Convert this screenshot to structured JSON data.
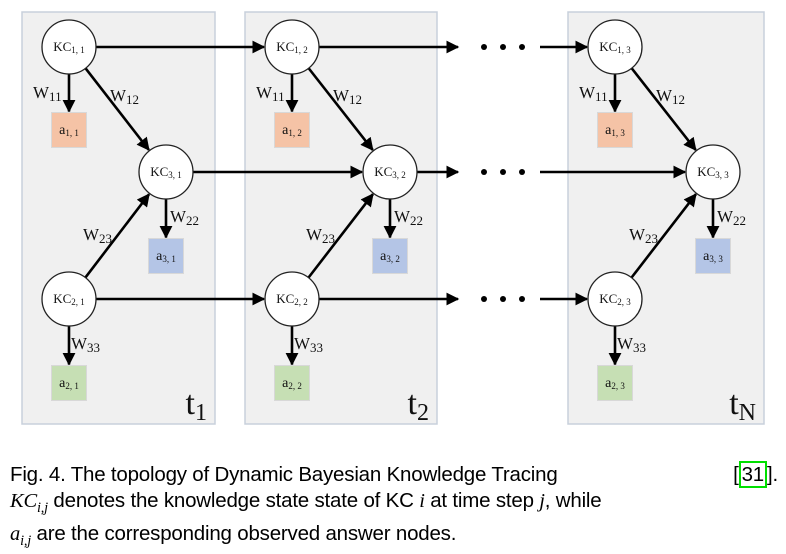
{
  "figure": {
    "time_slices": [
      {
        "label": "t",
        "sub": "1",
        "col": 1
      },
      {
        "label": "t",
        "sub": "2",
        "col": 2
      },
      {
        "label": "t",
        "sub": "N",
        "col": 3
      }
    ],
    "kc_nodes": [
      {
        "id": "kc-1-1",
        "text": "KC",
        "sub": "1, 1",
        "row": 1,
        "col": 1
      },
      {
        "id": "kc-3-1",
        "text": "KC",
        "sub": "3, 1",
        "row": 3,
        "col": 1
      },
      {
        "id": "kc-2-1",
        "text": "KC",
        "sub": "2, 1",
        "row": 2,
        "col": 1
      },
      {
        "id": "kc-1-2",
        "text": "KC",
        "sub": "1, 2",
        "row": 1,
        "col": 2
      },
      {
        "id": "kc-3-2",
        "text": "KC",
        "sub": "3, 2",
        "row": 3,
        "col": 2
      },
      {
        "id": "kc-2-2",
        "text": "KC",
        "sub": "2, 2",
        "row": 2,
        "col": 2
      },
      {
        "id": "kc-1-3",
        "text": "KC",
        "sub": "1, 3",
        "row": 1,
        "col": 3
      },
      {
        "id": "kc-3-3",
        "text": "KC",
        "sub": "3, 3",
        "row": 3,
        "col": 3
      },
      {
        "id": "kc-2-3",
        "text": "KC",
        "sub": "2, 3",
        "row": 2,
        "col": 3
      }
    ],
    "answer_nodes": [
      {
        "id": "a-1-1",
        "text": "a",
        "sub": "1, 1",
        "row": 1,
        "col": 1,
        "color": "#f5c3a6"
      },
      {
        "id": "a-3-1",
        "text": "a",
        "sub": "3, 1",
        "row": 3,
        "col": 1,
        "color": "#b4c5e6"
      },
      {
        "id": "a-2-1",
        "text": "a",
        "sub": "2, 1",
        "row": 2,
        "col": 1,
        "color": "#c6dfb4"
      },
      {
        "id": "a-1-2",
        "text": "a",
        "sub": "1, 2",
        "row": 1,
        "col": 2,
        "color": "#f5c3a6"
      },
      {
        "id": "a-3-2",
        "text": "a",
        "sub": "3, 2",
        "row": 3,
        "col": 2,
        "color": "#b4c5e6"
      },
      {
        "id": "a-2-2",
        "text": "a",
        "sub": "2, 2",
        "row": 2,
        "col": 2,
        "color": "#c6dfb4"
      },
      {
        "id": "a-1-3",
        "text": "a",
        "sub": "1, 3",
        "row": 1,
        "col": 3,
        "color": "#f5c3a6"
      },
      {
        "id": "a-3-3",
        "text": "a",
        "sub": "3, 3",
        "row": 3,
        "col": 3,
        "color": "#b4c5e6"
      },
      {
        "id": "a-2-3",
        "text": "a",
        "sub": "2, 3",
        "row": 2,
        "col": 3,
        "color": "#c6dfb4"
      }
    ],
    "weights": [
      {
        "key": "w11",
        "text": "W",
        "sub": "11"
      },
      {
        "key": "w12",
        "text": "W",
        "sub": "12"
      },
      {
        "key": "w22",
        "text": "W",
        "sub": "22"
      },
      {
        "key": "w23",
        "text": "W",
        "sub": "23"
      },
      {
        "key": "w33",
        "text": "W",
        "sub": "33"
      }
    ],
    "ellipsis": "• • •",
    "colors": {
      "panel_fill": "#f0f0f0",
      "panel_border": "#c8d0dc",
      "answer_kc1": "#f5c3a6",
      "answer_kc3": "#b4c5e6",
      "answer_kc2": "#c6dfb4",
      "citation_box": "#00e000"
    }
  },
  "caption": {
    "line1": {
      "prefix": "Fig. 4. The topology of Dynamic Bayesian Knowledge Tracing ",
      "cite_open": "[",
      "cite": "31",
      "cite_close": "]."
    },
    "line2": {
      "math_kc": "KC",
      "math_kc_sub": "i,j",
      "text1": " denotes the knowledge state state of KC ",
      "math_i": "i",
      "text2": " at time step ",
      "math_j": "j",
      "text3": ", while"
    },
    "line3": {
      "math_a": "a",
      "math_a_sub": "i,j",
      "text": " are the corresponding observed answer nodes."
    }
  }
}
